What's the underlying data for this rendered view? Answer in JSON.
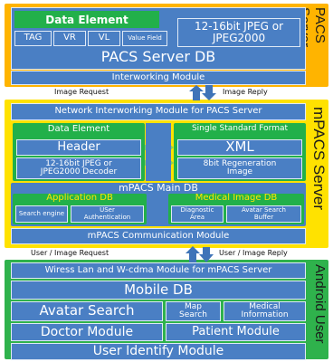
{
  "colors": {
    "pacs_tier": "#ffb400",
    "mpacs_tier": "#ffe200",
    "android_tier": "#2fb24c",
    "box_blue": "#4a7fc4",
    "box_green": "#22b04a",
    "arrow": "#3f74b8"
  },
  "pacs": {
    "side_label": "PACS Server",
    "data_element_title": "Data Element",
    "fields": [
      "TAG",
      "VR",
      "VL",
      "Value Field"
    ],
    "jpeg_box": "12-16bit JPEG or JPEG2000",
    "server_db": "PACS Server DB",
    "interworking": "Interworking Module"
  },
  "links_top": {
    "left": "Image Request",
    "right": "Image Reply"
  },
  "mpacs": {
    "side_label": "mPACS Server",
    "network_module": "Network Interworking Module for PACS Server",
    "data_element_title": "Data Element",
    "header": "Header",
    "decoder": "12-16bit JPEG or JPEG2000 Decoder",
    "single_format": "Single Standard Format",
    "xml": "XML",
    "regeneration": "8bit Regeneration Image",
    "main_db": "mPACS Main DB",
    "app_db": "Application DB",
    "search_engine": "Search engine",
    "user_auth": "USer Authentication",
    "medical_db": "Medical Image DB",
    "diagnostic_area": "Diagnostic Area",
    "avatar_buffer": "Avatar Search Buffer",
    "comm_module": "mPACS Communication Module"
  },
  "links_bottom": {
    "left": "User / Image Request",
    "right": "User / Image Reply"
  },
  "android": {
    "side_label": "Android User",
    "wireless_module": "Wiress Lan and W-cdma Module for mPACS Server",
    "mobile_db": "Mobile DB",
    "avatar_search": "Avatar Search",
    "map_search": "Map Search",
    "medical_info": "Medical Information",
    "doctor_module": "Doctor Module",
    "patient_module": "Patient Module",
    "user_identify": "User Identify Module"
  }
}
